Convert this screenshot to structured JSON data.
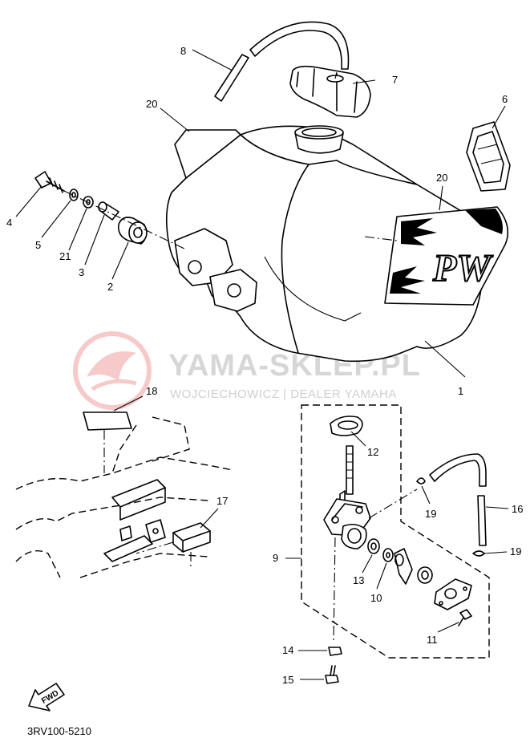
{
  "diagram": {
    "callouts": [
      "1",
      "2",
      "3",
      "4",
      "5",
      "6",
      "7",
      "8",
      "9",
      "10",
      "11",
      "12",
      "13",
      "14",
      "15",
      "16",
      "17",
      "18",
      "19",
      "20",
      "21"
    ],
    "diagram_code": "3RV100-5210",
    "fwd_label": "FWD",
    "decal_text": "PW"
  },
  "watermark": {
    "title": "YAMA-SKLEP.PL",
    "subtitle": "WOJCIECHOWICZ | DEALER YAMAHA",
    "logo_color": "#f2a0a0"
  }
}
